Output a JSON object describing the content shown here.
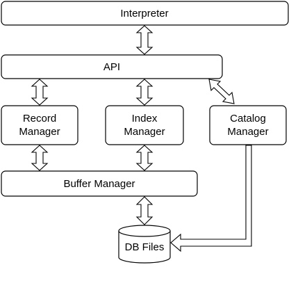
{
  "nodes": {
    "interpreter": "Interpreter",
    "api": "API",
    "record_manager": [
      "Record",
      "Manager"
    ],
    "index_manager": [
      "Index",
      "Manager"
    ],
    "catalog_manager": [
      "Catalog",
      "Manager"
    ],
    "buffer_manager": "Buffer Manager",
    "db_files": "DB Files"
  }
}
